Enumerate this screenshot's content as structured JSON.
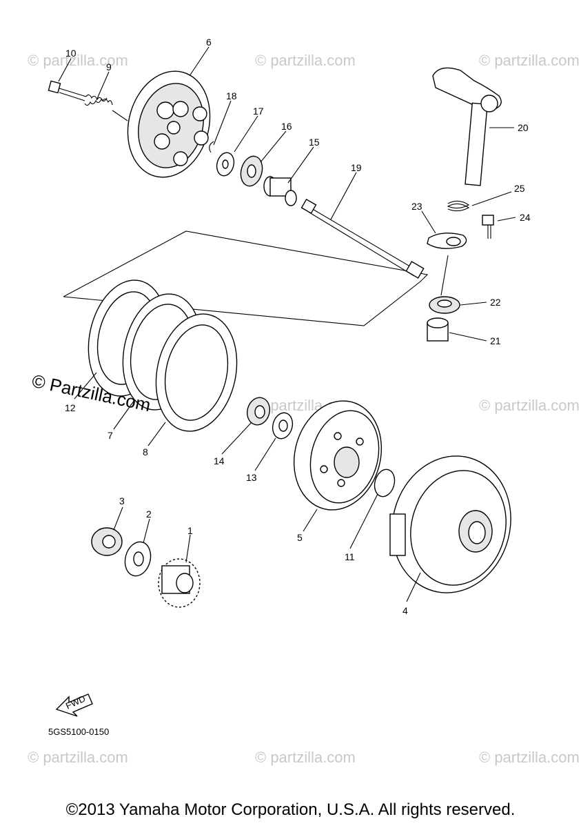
{
  "watermark": {
    "text": "© Partzilla.com",
    "faint_text": "© partzilla.com"
  },
  "parts": [
    {
      "id": "1",
      "label": "1"
    },
    {
      "id": "2",
      "label": "2"
    },
    {
      "id": "3",
      "label": "3"
    },
    {
      "id": "4",
      "label": "4"
    },
    {
      "id": "5",
      "label": "5"
    },
    {
      "id": "6",
      "label": "6"
    },
    {
      "id": "7",
      "label": "7"
    },
    {
      "id": "8",
      "label": "8"
    },
    {
      "id": "9",
      "label": "9"
    },
    {
      "id": "10",
      "label": "10"
    },
    {
      "id": "11",
      "label": "11"
    },
    {
      "id": "12",
      "label": "12"
    },
    {
      "id": "13",
      "label": "13"
    },
    {
      "id": "14",
      "label": "14"
    },
    {
      "id": "15",
      "label": "15"
    },
    {
      "id": "16",
      "label": "16"
    },
    {
      "id": "17",
      "label": "17"
    },
    {
      "id": "18",
      "label": "18"
    },
    {
      "id": "19",
      "label": "19"
    },
    {
      "id": "20",
      "label": "20"
    },
    {
      "id": "21",
      "label": "21"
    },
    {
      "id": "22",
      "label": "22"
    },
    {
      "id": "23",
      "label": "23"
    },
    {
      "id": "24",
      "label": "24"
    },
    {
      "id": "25",
      "label": "25"
    }
  ],
  "fwd_label": "FWD",
  "diagram_code": "5GS5100-0150",
  "copyright": "©2013 Yamaha Motor Corporation, U.S.A. All rights reserved."
}
